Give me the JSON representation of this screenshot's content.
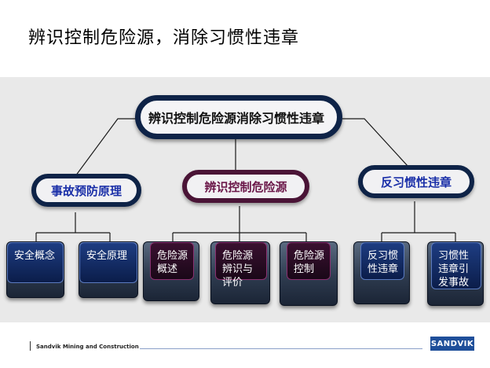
{
  "title": "辨识控制危险源，消除习惯性违章",
  "root": {
    "label": "辨识控制危险源消除习惯性违章"
  },
  "branches": [
    {
      "label": "事故预防原理",
      "leaves": [
        "安全概念",
        "安全原理"
      ]
    },
    {
      "label": "辨识控制危险源",
      "leaves": [
        "危险源概述",
        "危险源辨识与评价",
        "危险源控制"
      ]
    },
    {
      "label": "反习惯性违章",
      "leaves": [
        "反习惯性违章",
        "习惯性违章引发事故"
      ]
    }
  ],
  "footer": {
    "company": "Sandvik Mining and Construction",
    "logo": "SANDVIK"
  },
  "colors": {
    "navy": "#0e2347",
    "maroon": "#4a1436",
    "band": "#e9e9e9",
    "logo": "#1f4f9a"
  }
}
